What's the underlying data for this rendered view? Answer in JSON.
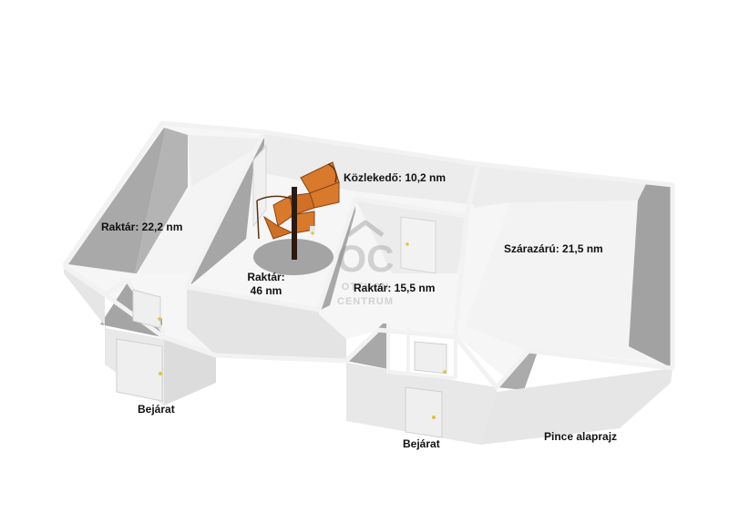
{
  "rooms": {
    "storage_left": "Raktár: 22,2 nm",
    "corridor": "Közlekedő: 10,2 nm",
    "dry_room": "Szárazárú: 21,5 nm",
    "storage_center_line1": "Raktár:",
    "storage_center_line2": "46 nm",
    "storage_right": "Raktár: 15,5 nm"
  },
  "entrances": {
    "left": "Bejárat",
    "center": "Bejárat"
  },
  "plan_caption": "Pince alaprajz",
  "watermark": {
    "logo_letters": "OC",
    "line1": "OTTHON",
    "line2": "CENTRUM"
  },
  "colors": {
    "floor": "#f5f5f5",
    "wall_top": "#f2f2f2",
    "wall_shadow": "#a8a8a8",
    "wall_face": "#e8e8e8",
    "stair": "#d9792c",
    "door_knob": "#e3c23a"
  }
}
